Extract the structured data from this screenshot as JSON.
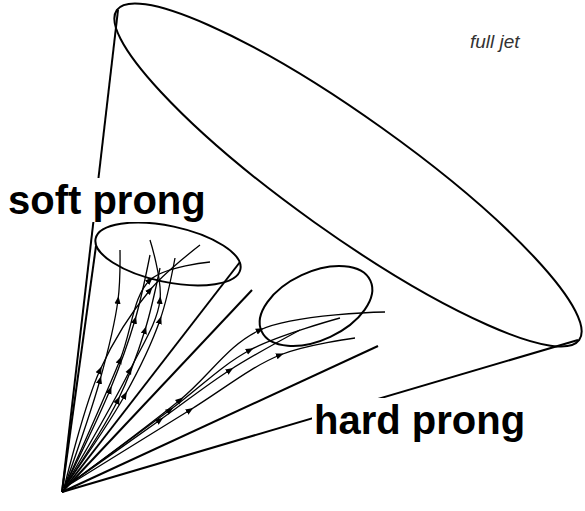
{
  "diagram": {
    "labels": [
      "full jet",
      "soft prong",
      "hard prong"
    ]
  }
}
